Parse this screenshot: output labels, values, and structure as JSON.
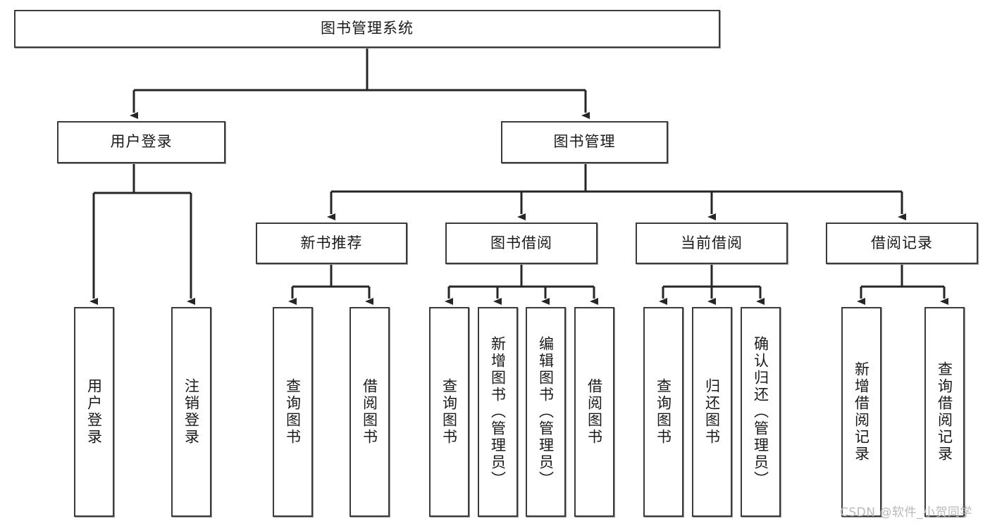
{
  "diagram": {
    "title": "图书管理系统",
    "type": "tree-hierarchy",
    "watermark": "CSDN @软件_小贺同学",
    "colors": {
      "box_border": "#3b3b3b",
      "box_fill": "#ffffff",
      "edge": "#262626",
      "text": "#1a1a1a",
      "watermark": "#b9b9b9"
    },
    "nodes": {
      "root": {
        "label": "图书管理系统",
        "level": 1,
        "orientation": "horizontal"
      },
      "l2": [
        {
          "id": "user-login",
          "label": "用户登录",
          "level": 2,
          "orientation": "horizontal"
        },
        {
          "id": "book-management",
          "label": "图书管理",
          "level": 2,
          "orientation": "horizontal"
        }
      ],
      "l3": [
        {
          "id": "new-book-recommend",
          "label": "新书推荐",
          "level": 3,
          "orientation": "horizontal",
          "parent": "book-management"
        },
        {
          "id": "book-borrow",
          "label": "图书借阅",
          "level": 3,
          "orientation": "horizontal",
          "parent": "book-management"
        },
        {
          "id": "current-borrow",
          "label": "当前借阅",
          "level": 3,
          "orientation": "horizontal",
          "parent": "book-management"
        },
        {
          "id": "borrow-record",
          "label": "借阅记录",
          "level": 3,
          "orientation": "horizontal",
          "parent": "book-management"
        }
      ],
      "leaves": [
        {
          "id": "leaf-user-login",
          "label": "用户登录",
          "parent": "user-login",
          "orientation": "vertical"
        },
        {
          "id": "leaf-user-logout",
          "label": "注销登录",
          "parent": "user-login",
          "orientation": "vertical"
        },
        {
          "id": "leaf-query-book-1",
          "label": "查询图书",
          "parent": "new-book-recommend",
          "orientation": "vertical"
        },
        {
          "id": "leaf-borrow-book-1",
          "label": "借阅图书",
          "parent": "new-book-recommend",
          "orientation": "vertical"
        },
        {
          "id": "leaf-query-book-2",
          "label": "查询图书",
          "parent": "book-borrow",
          "orientation": "vertical"
        },
        {
          "id": "leaf-add-book",
          "label": "新增图书（管理员）",
          "parent": "book-borrow",
          "orientation": "vertical"
        },
        {
          "id": "leaf-edit-book",
          "label": "编辑图书（管理员）",
          "parent": "book-borrow",
          "orientation": "vertical"
        },
        {
          "id": "leaf-borrow-book-2",
          "label": "借阅图书",
          "parent": "book-borrow",
          "orientation": "vertical"
        },
        {
          "id": "leaf-query-book-3",
          "label": "查询图书",
          "parent": "current-borrow",
          "orientation": "vertical"
        },
        {
          "id": "leaf-return-book",
          "label": "归还图书",
          "parent": "current-borrow",
          "orientation": "vertical"
        },
        {
          "id": "leaf-confirm-return",
          "label": "确认归还（管理员）",
          "parent": "current-borrow",
          "orientation": "vertical"
        },
        {
          "id": "leaf-add-record",
          "label": "新增借阅记录",
          "parent": "borrow-record",
          "orientation": "vertical"
        },
        {
          "id": "leaf-query-record",
          "label": "查询借阅记录",
          "parent": "borrow-record",
          "orientation": "vertical"
        }
      ]
    }
  }
}
